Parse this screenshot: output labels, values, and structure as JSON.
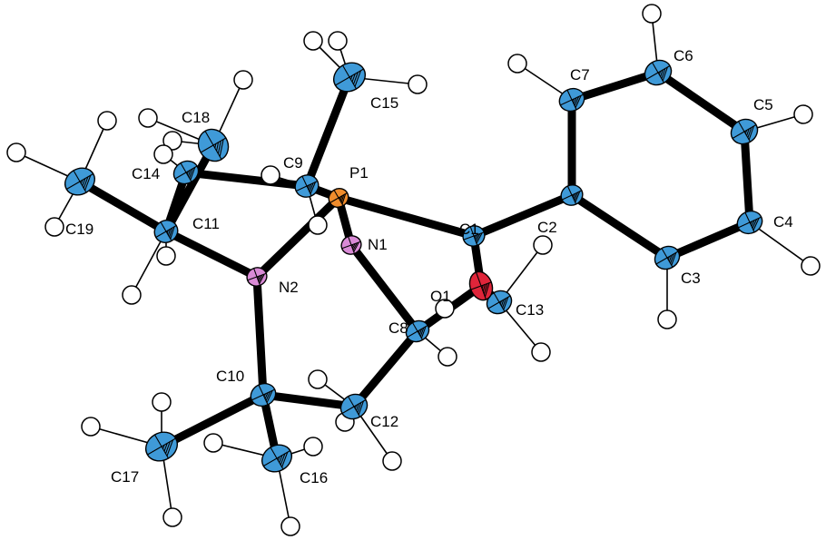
{
  "colors": {
    "carbon": "#3f9ad8",
    "nitrogen": "#d98ad6",
    "oxygen": "#e0253a",
    "phosphorus": "#ef8c2c",
    "hydrogen": "#ffffff",
    "bond": "#000000"
  },
  "atoms": [
    {
      "label": "C1",
      "element": "C"
    },
    {
      "label": "C2",
      "element": "C"
    },
    {
      "label": "C3",
      "element": "C"
    },
    {
      "label": "C4",
      "element": "C"
    },
    {
      "label": "C5",
      "element": "C"
    },
    {
      "label": "C6",
      "element": "C"
    },
    {
      "label": "C7",
      "element": "C"
    },
    {
      "label": "C8",
      "element": "C"
    },
    {
      "label": "C9",
      "element": "C"
    },
    {
      "label": "C10",
      "element": "C"
    },
    {
      "label": "C11",
      "element": "C"
    },
    {
      "label": "C12",
      "element": "C"
    },
    {
      "label": "C13",
      "element": "C"
    },
    {
      "label": "C14",
      "element": "C"
    },
    {
      "label": "C15",
      "element": "C"
    },
    {
      "label": "C16",
      "element": "C"
    },
    {
      "label": "C17",
      "element": "C"
    },
    {
      "label": "C18",
      "element": "C"
    },
    {
      "label": "C19",
      "element": "C"
    },
    {
      "label": "N1",
      "element": "N"
    },
    {
      "label": "N2",
      "element": "N"
    },
    {
      "label": "O1",
      "element": "O"
    },
    {
      "label": "P1",
      "element": "P"
    }
  ],
  "bonds": [
    [
      "P1",
      "C1"
    ],
    [
      "P1",
      "C9"
    ],
    [
      "P1",
      "N1"
    ],
    [
      "P1",
      "N2"
    ],
    [
      "C1",
      "C2"
    ],
    [
      "C1",
      "O1"
    ],
    [
      "C2",
      "C3"
    ],
    [
      "C3",
      "C4"
    ],
    [
      "C4",
      "C5"
    ],
    [
      "C5",
      "C6"
    ],
    [
      "C6",
      "C7"
    ],
    [
      "C7",
      "C2"
    ],
    [
      "N1",
      "C8"
    ],
    [
      "N2",
      "C11"
    ],
    [
      "N2",
      "C10"
    ],
    [
      "C8",
      "O1"
    ],
    [
      "C8",
      "C12"
    ],
    [
      "C12",
      "C10"
    ],
    [
      "C9",
      "C15"
    ],
    [
      "C9",
      "C14"
    ],
    [
      "C11",
      "C19"
    ],
    [
      "C11",
      "C18"
    ],
    [
      "C11",
      "C14"
    ],
    [
      "C10",
      "C17"
    ],
    [
      "C10",
      "C16"
    ],
    [
      "O1",
      "C13"
    ]
  ]
}
